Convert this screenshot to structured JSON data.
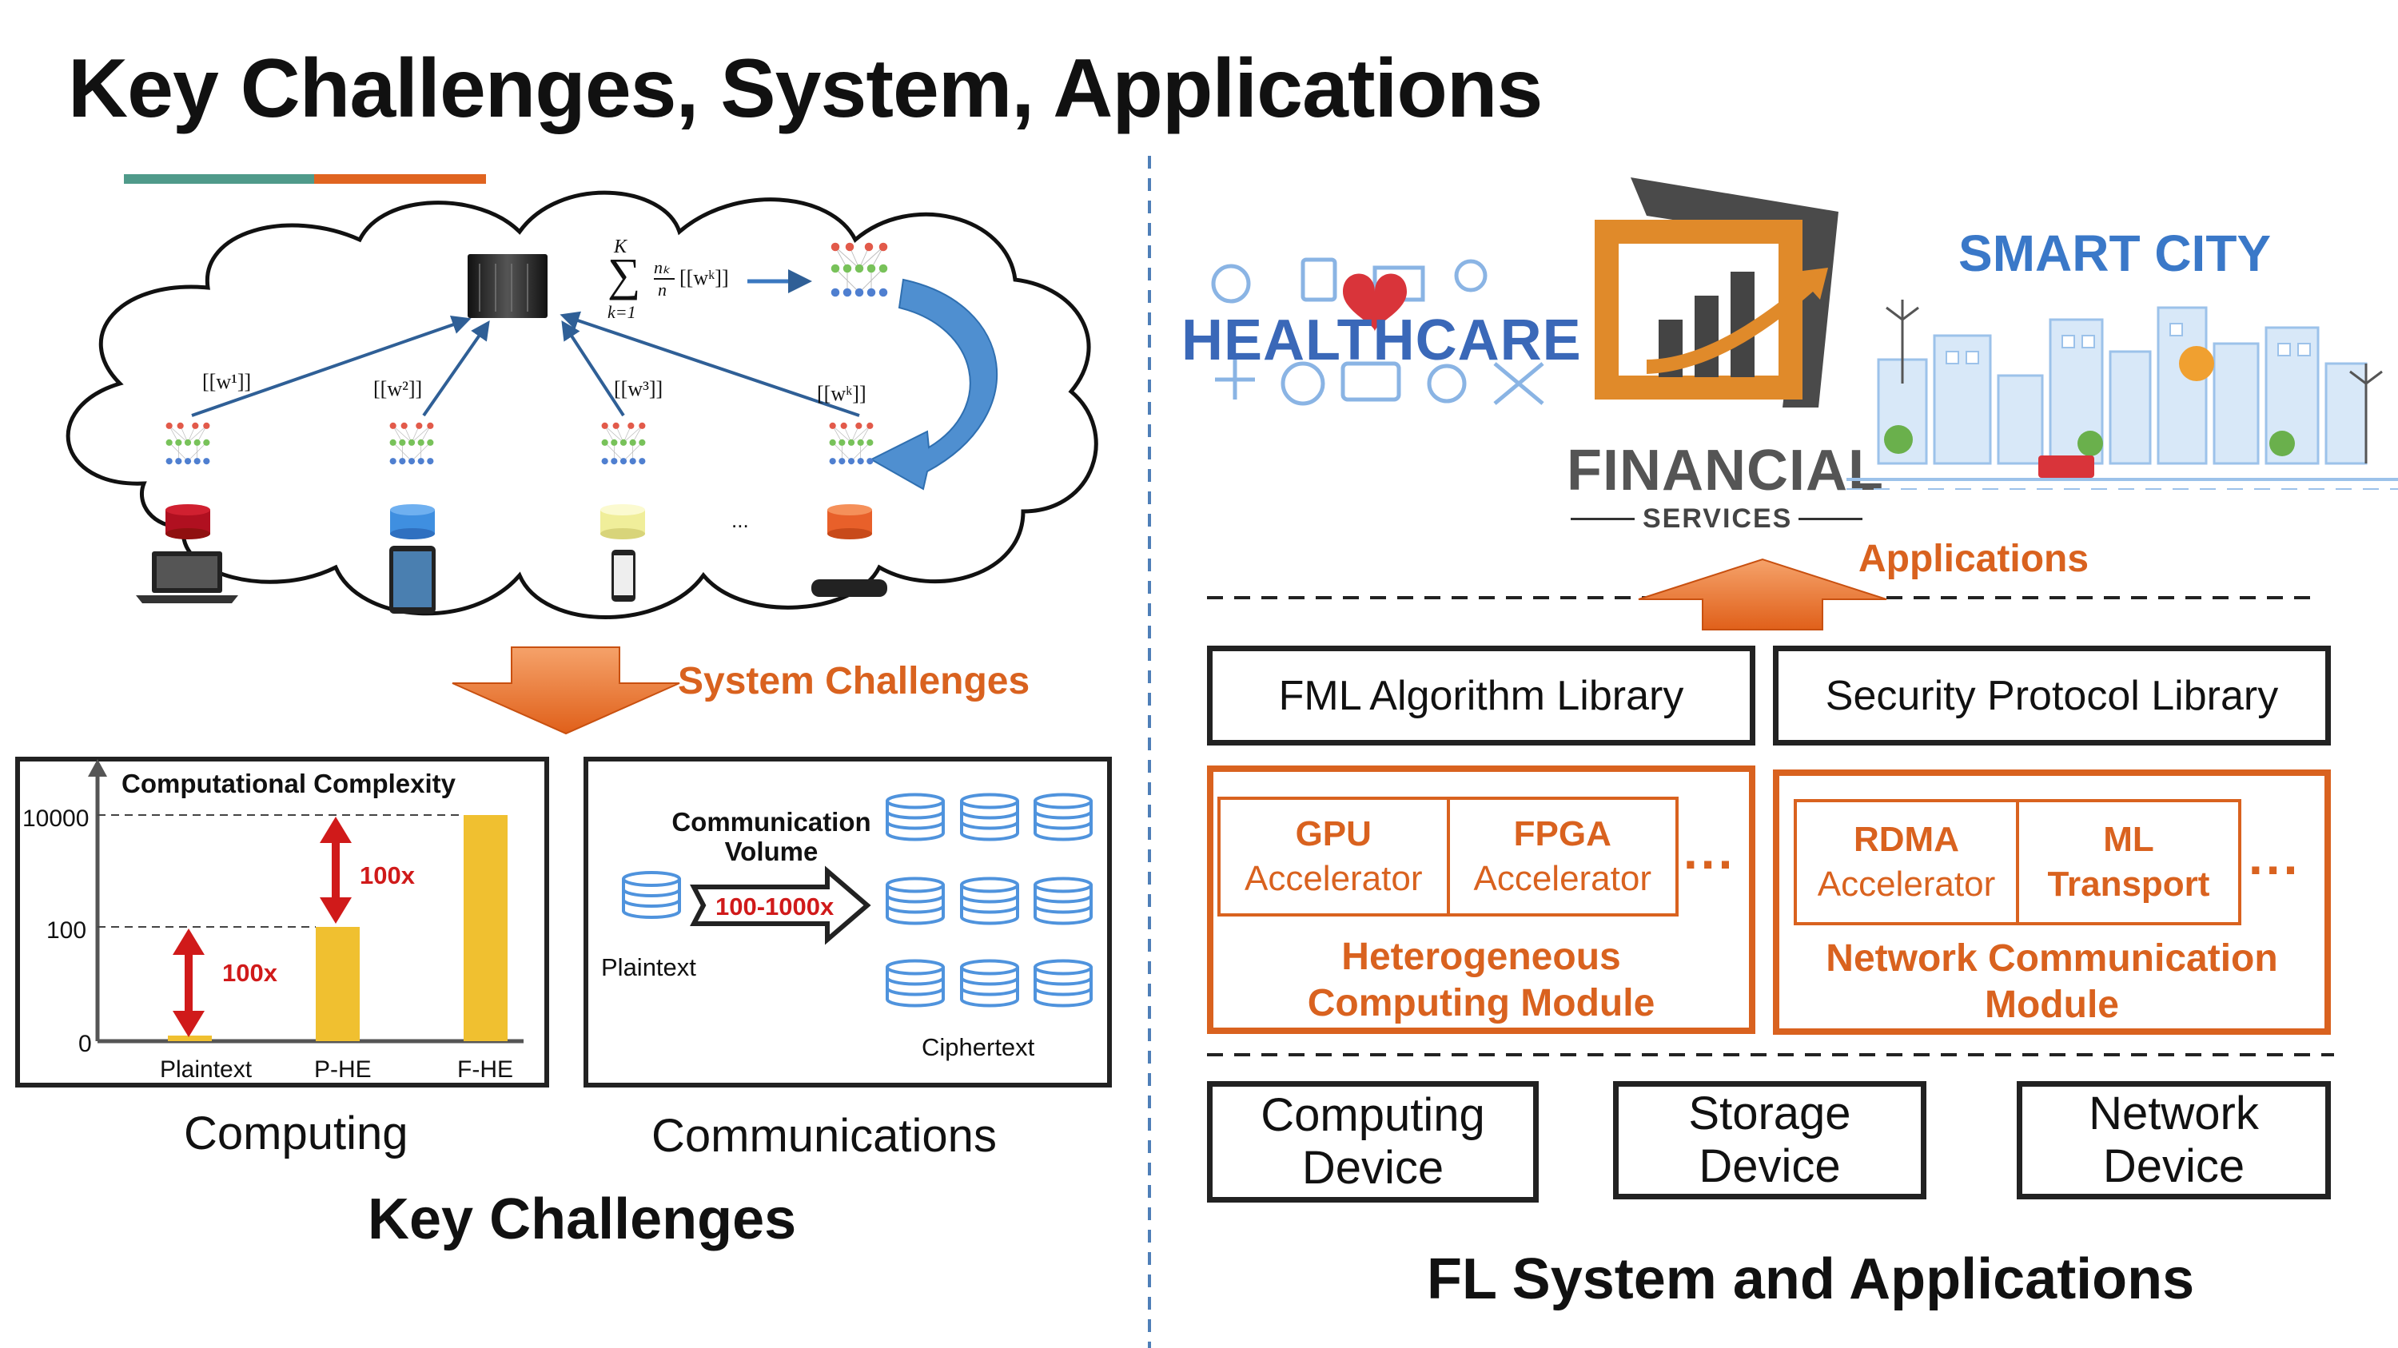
{
  "title": "Key Challenges, System, Applications",
  "left": {
    "fl_formula": {
      "sum_top": "K",
      "sum_bottom": "k=1",
      "fraction_num": "nₖ",
      "fraction_den": "n",
      "term": "[[wᵏ]]"
    },
    "weight_labels": [
      "[[w¹]]",
      "[[w²]]",
      "[[w³]]",
      "[[wᵏ]]"
    ],
    "ellipsis": "...",
    "system_challenges_label": "System Challenges",
    "computing_chart": {
      "title": "Computational Complexity",
      "ytick_labels": [
        "10000",
        "100",
        "0"
      ],
      "categories": [
        "Plaintext",
        "P-HE",
        "F-HE"
      ],
      "arrow_labels": [
        "100x",
        "100x"
      ],
      "caption": "Computing"
    },
    "communication": {
      "volume_label_line1": "Communication",
      "volume_label_line2": "Volume",
      "arrow_label": "100-1000x",
      "plaintext_label": "Plaintext",
      "ciphertext_label": "Ciphertext",
      "caption": "Communications"
    },
    "section_title": "Key Challenges"
  },
  "right": {
    "apps": {
      "healthcare": "HEALTHCARE",
      "financial": "FINANCIAL",
      "financial_sub": "SERVICES",
      "smart_city": "SMART CITY",
      "applications_label": "Applications"
    },
    "libraries": [
      "FML Algorithm Library",
      "Security Protocol Library"
    ],
    "hetero": {
      "cells": [
        {
          "line1": "GPU",
          "line2": "Accelerator"
        },
        {
          "line1": "FPGA",
          "line2": "Accelerator"
        }
      ],
      "ellipsis": "...",
      "title_line1": "Heterogeneous",
      "title_line2": "Computing Module"
    },
    "network": {
      "cells": [
        {
          "line1": "RDMA",
          "line2": "Accelerator"
        },
        {
          "line1": "ML",
          "line2": "Transport"
        }
      ],
      "ellipsis": "...",
      "title_line1": "Network Communication",
      "title_line2": "Module"
    },
    "devices": [
      {
        "line1": "Computing",
        "line2": "Device"
      },
      {
        "line1": "Storage",
        "line2": "Device"
      },
      {
        "line1": "Network",
        "line2": "Device"
      }
    ],
    "section_title": "FL System and Applications"
  }
}
